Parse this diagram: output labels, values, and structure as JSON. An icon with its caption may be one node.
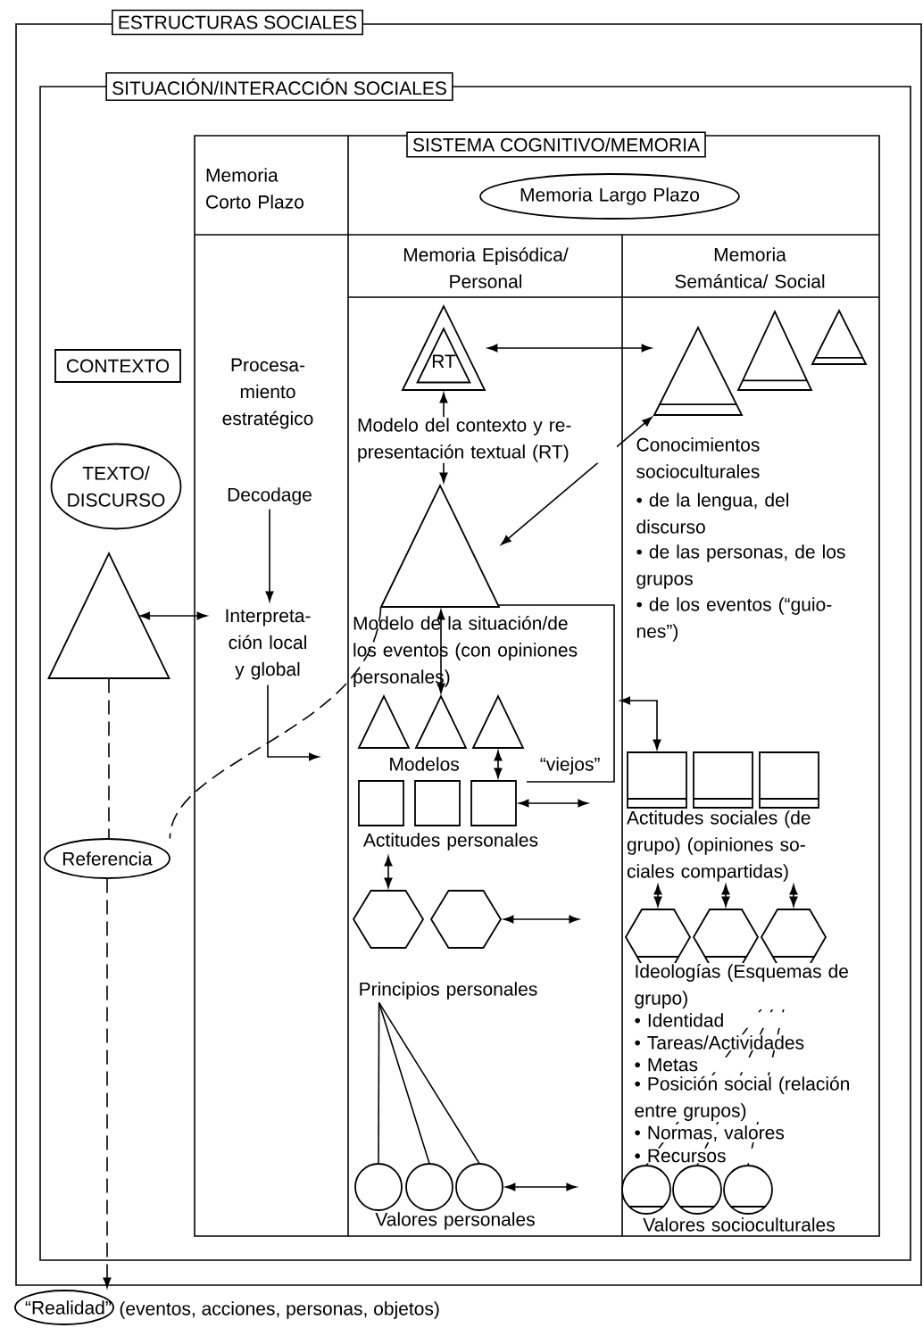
{
  "diagram": {
    "nodes": [
      {
        "text": [
          "ESTRUCTURAS SOCIALES"
        ]
      },
      {
        "text": [
          "SITUACIÓN/INTERACCIÓN SOCIALES"
        ],
        "in": 0
      },
      {
        "text": [
          "SISTEMA COGNITIVO/MEMORIA"
        ],
        "in": 1
      },
      {
        "text": [
          "CONTEXTO"
        ],
        "in": 1
      },
      {
        "text": [
          "TEXTO/ DISCURSO"
        ],
        "in": 1
      },
      {
        "text": [],
        "shape": "triangle",
        "in": 1
      },
      {
        "text": [
          "Referencia"
        ],
        "in": 1
      },
      {
        "text": [
          "“Realidad”"
        ],
        "beside": [
          "(eventos, acciones, personas, objetos)"
        ]
      },
      {
        "text": [
          "Memoria Largo Plazo"
        ],
        "in": 2
      },
      {
        "text": [
          "Decodage"
        ],
        "in": 2
      },
      {
        "text": [
          "Interpreta- ción local y global"
        ],
        "in": 2
      },
      {
        "text": [
          "RT"
        ],
        "in": 2
      },
      {
        "text": [],
        "shape": "triangle",
        "in": 2
      },
      {
        "text": [],
        "shape": "triangle",
        "in": 2
      },
      {
        "text": [],
        "shape": "triangle",
        "in": 2
      },
      {
        "text": [],
        "shape": "triangle",
        "in": 2
      },
      {
        "text": [],
        "shape": "box",
        "in": 2
      },
      {
        "text": [],
        "shape": "box",
        "in": 2
      },
      {
        "text": [],
        "shape": "box",
        "in": 2
      },
      {
        "text": [
          "Actitudes personales"
        ],
        "in": 2
      },
      {
        "text": [],
        "shape": "hexagon",
        "in": 2
      },
      {
        "text": [],
        "shape": "hexagon",
        "in": 2
      },
      {
        "text": [
          "Principios personales"
        ],
        "in": 2
      },
      {
        "text": [],
        "shape": "circle",
        "in": 2
      },
      {
        "text": [],
        "shape": "circle",
        "in": 2
      },
      {
        "text": [],
        "shape": "circle",
        "in": 2
      },
      {
        "text": [],
        "shape": "triangle",
        "in": 2
      },
      {
        "text": [],
        "shape": "triangle",
        "in": 2
      },
      {
        "text": [],
        "shape": "triangle",
        "in": 2
      },
      {
        "text": [],
        "shape": "box",
        "in": 2
      },
      {
        "text": [],
        "shape": "box",
        "in": 2
      },
      {
        "text": [],
        "shape": "box",
        "in": 2
      },
      {
        "text": [
          "Actitudes sociales (de grupo) (opiniones so- ciales compartidas)"
        ],
        "in": 2
      },
      {
        "text": [],
        "shape": "hexagon",
        "in": 2
      },
      {
        "text": [],
        "shape": "hexagon",
        "in": 2
      },
      {
        "text": [],
        "shape": "hexagon",
        "in": 2
      },
      {
        "text": [],
        "shape": "circle",
        "in": 2
      },
      {
        "text": [],
        "shape": "circle",
        "in": 2
      },
      {
        "text": [],
        "shape": "circle",
        "in": 2
      }
    ],
    "edges": [
      {
        "from": 11,
        "to": 26,
        "arrow": "both"
      },
      {
        "from": 11,
        "to": 12,
        "arrow": "both"
      },
      {
        "from": 26,
        "to": 12,
        "arrow": "both"
      },
      {
        "from": 9,
        "to": 10,
        "arrow": "to"
      },
      {
        "from": 5,
        "to": 10,
        "arrow": "both"
      },
      {
        "from": 10,
        "to": null,
        "arrow": "to"
      },
      {
        "from": 14,
        "to": 12,
        "arrow": "both"
      },
      {
        "from": null,
        "to": 29,
        "arrow": "both"
      },
      {
        "from": 15,
        "to": 18,
        "arrow": "both"
      },
      {
        "from": 18,
        "to": null,
        "arrow": "both"
      },
      {
        "from": 19,
        "to": 20,
        "arrow": "both"
      },
      {
        "from": 21,
        "to": null,
        "arrow": "both"
      },
      {
        "from": 32,
        "to": 33,
        "arrow": "both"
      },
      {
        "from": 32,
        "to": 34,
        "arrow": "both"
      },
      {
        "from": 32,
        "to": 35,
        "arrow": "both"
      },
      {
        "from": 22,
        "to": 23,
        "arrow": "none"
      },
      {
        "from": 22,
        "to": 24,
        "arrow": "none"
      },
      {
        "from": 22,
        "to": 25,
        "arrow": "none"
      },
      {
        "from": 35,
        "to": 36,
        "arrow": "none"
      },
      {
        "from": 35,
        "to": 37,
        "arrow": "none"
      },
      {
        "from": 35,
        "to": 38,
        "arrow": "none"
      },
      {
        "from": 25,
        "to": null,
        "arrow": "both"
      },
      {
        "from": 5,
        "to": 6,
        "arrow": "none",
        "style": "dashed"
      },
      {
        "from": 6,
        "to": 7,
        "arrow": "to",
        "style": "dashed"
      },
      {
        "from": 12,
        "to": 6,
        "arrow": "none",
        "style": "dashed"
      }
    ],
    "labels": [
      "Memoria Corto Plazo",
      "Memoria Episódica/ Personal",
      "Memoria Semántica/ Social",
      "Procesa- miento estratégico",
      "Modelo del contexto y re- presentación textual (RT)",
      "Conocimientos socioculturales",
      "• de la lengua, del discurso",
      "• de las personas, de los grupos",
      "• de los eventos (“guio- nes”)",
      "Modelo de la situación/de los eventos (con opiniones personales)",
      "Modelos “viejos”",
      "Ideologías (Esquemas de grupo)",
      "• Identidad",
      "• Tareas/Actividades",
      "• Metas",
      "• Posición social (relación entre grupos)",
      "• Normas, valores",
      "• Recursos",
      "Valores personales",
      "Valores socioculturales"
    ]
  }
}
